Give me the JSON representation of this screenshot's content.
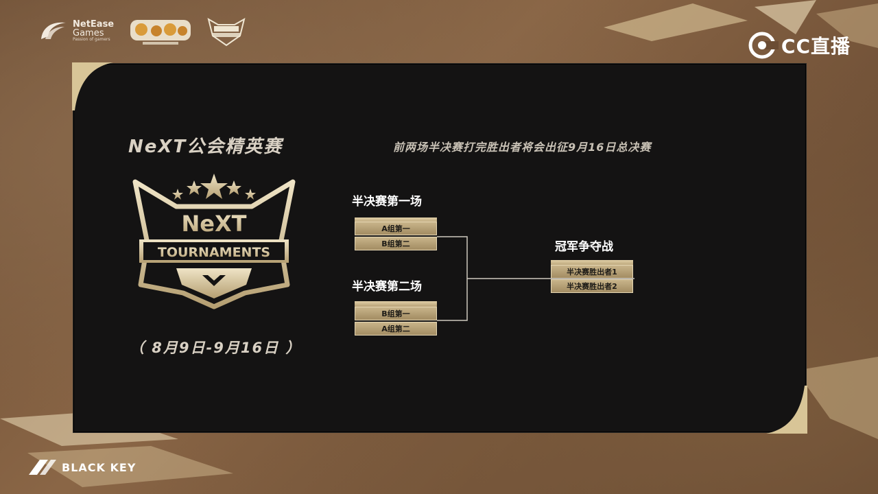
{
  "colors": {
    "background": "#6b4c33",
    "panel": "#141313",
    "gold": "#c8b48a",
    "text_light": "#d9d1c4"
  },
  "top_logos": {
    "netease_line1": "NetEase",
    "netease_line2": "Games",
    "netease_tagline": "Passion of gamers",
    "mhxy_icon": "menghuan-xiyou-logo",
    "next_small": "NeXT TOURNAMENTS"
  },
  "cc": {
    "text": "CC直播",
    "icon": "cc-logo-icon"
  },
  "watermark": {
    "text": "BLACK KEY",
    "icon": "black-key-icon"
  },
  "panel": {
    "title": "NeXT公会精英赛",
    "note": "前两场半决赛打完胜出者将会出征9月16日总决赛",
    "logo": {
      "line1": "NeXT",
      "line2": "TOURNAMENTS"
    },
    "date_range": "（ 8月9日-9月16日 ）"
  },
  "bracket": {
    "semi1": {
      "title": "半决赛第一场",
      "slots": [
        "A组第一",
        "B组第二"
      ]
    },
    "semi2": {
      "title": "半决赛第二场",
      "slots": [
        "B组第一",
        "A组第二"
      ]
    },
    "final": {
      "title": "冠军争夺战",
      "slots": [
        "半决赛胜出者1",
        "半决赛胜出者2"
      ]
    }
  }
}
